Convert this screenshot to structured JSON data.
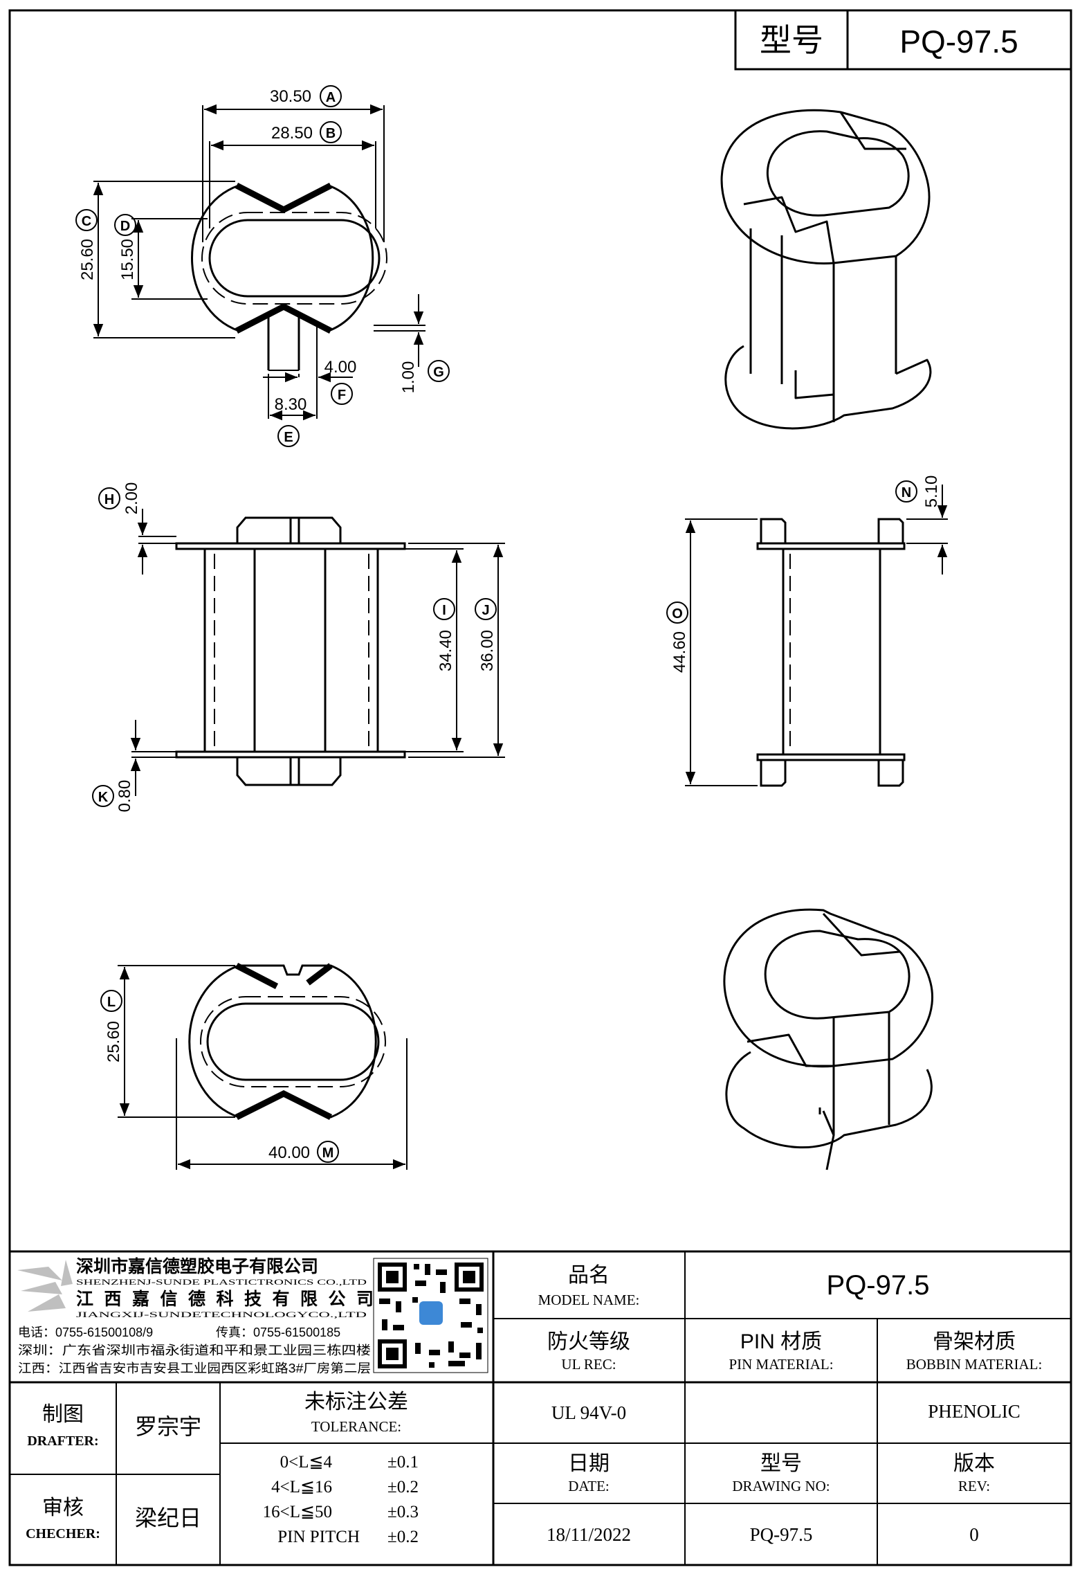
{
  "header": {
    "model_label": "型号",
    "model_value": "PQ-97.5"
  },
  "top_view": {
    "dims": [
      {
        "value": "30.50",
        "tag": "A"
      },
      {
        "value": "28.50",
        "tag": "B"
      },
      {
        "value": "25.60",
        "tag": "C"
      },
      {
        "value": "15.50",
        "tag": "D"
      },
      {
        "value": "8.30",
        "tag": "E"
      },
      {
        "value": "4.00",
        "tag": "F"
      },
      {
        "value": "1.00",
        "tag": "G"
      }
    ]
  },
  "side_view": {
    "dims": [
      {
        "value": "2.00",
        "tag": "H"
      },
      {
        "value": "34.40",
        "tag": "I"
      },
      {
        "value": "36.00",
        "tag": "J"
      },
      {
        "value": "0.80",
        "tag": "K"
      }
    ]
  },
  "front_view": {
    "dims": [
      {
        "value": "5.10",
        "tag": "N"
      },
      {
        "value": "44.60",
        "tag": "O"
      }
    ]
  },
  "bottom_view": {
    "dims": [
      {
        "value": "25.60",
        "tag": "L"
      },
      {
        "value": "40.00",
        "tag": "M"
      }
    ]
  },
  "company": {
    "name_cn_1": "深圳市嘉信德塑胶电子有限公司",
    "name_en_1": "SHENZHENJ-SUNDE PLASTICTRONICS CO.,LTD",
    "name_cn_2": "江西嘉信德科技有限公司",
    "name_en_2": "JIANGXIJ-SUNDETECHNOLOGYCO.,LTD",
    "phone": "电话：0755-61500108/9",
    "fax": "传真：0755-61500185",
    "addr_sz": "深圳：广东省深圳市福永街道和平和景工业园三栋四楼",
    "addr_jx": "江西：江西省吉安市吉安县工业园西区彩虹路3#厂房第二层"
  },
  "title_block": {
    "model_name_cn": "品名",
    "model_name_en": "MODEL NAME:",
    "model_name_value": "PQ-97.5",
    "ul_cn": "防火等级",
    "ul_en": "UL REC:",
    "pin_cn": "PIN 材质",
    "pin_en": "PIN MATERIAL:",
    "bobbin_cn": "骨架材质",
    "bobbin_en": "BOBBIN MATERIAL:",
    "drafter_cn": "制图",
    "drafter_en": "DRAFTER:",
    "drafter_value": "罗宗宇",
    "tolerance_cn": "未标注公差",
    "tolerance_en": "TOLERANCE:",
    "ul_value": "UL 94V-0",
    "pin_value": "",
    "bobbin_value": "PHENOLIC",
    "checker_cn": "审核",
    "checker_en": "CHECHER:",
    "checker_value": "梁纪日",
    "tolerance_rows": [
      {
        "range": "0<L≦4",
        "value": "±0.1"
      },
      {
        "range": "4<L≦16",
        "value": "±0.2"
      },
      {
        "range": "16<L≦50",
        "value": "±0.3"
      },
      {
        "range": "PIN PITCH",
        "value": "±0.2"
      }
    ],
    "date_cn": "日期",
    "date_en": "DATE:",
    "date_value": "18/11/2022",
    "drawing_cn": "型号",
    "drawing_en": "DRAWING NO:",
    "drawing_value": "PQ-97.5",
    "rev_cn": "版本",
    "rev_en": "REV:",
    "rev_value": "0"
  }
}
